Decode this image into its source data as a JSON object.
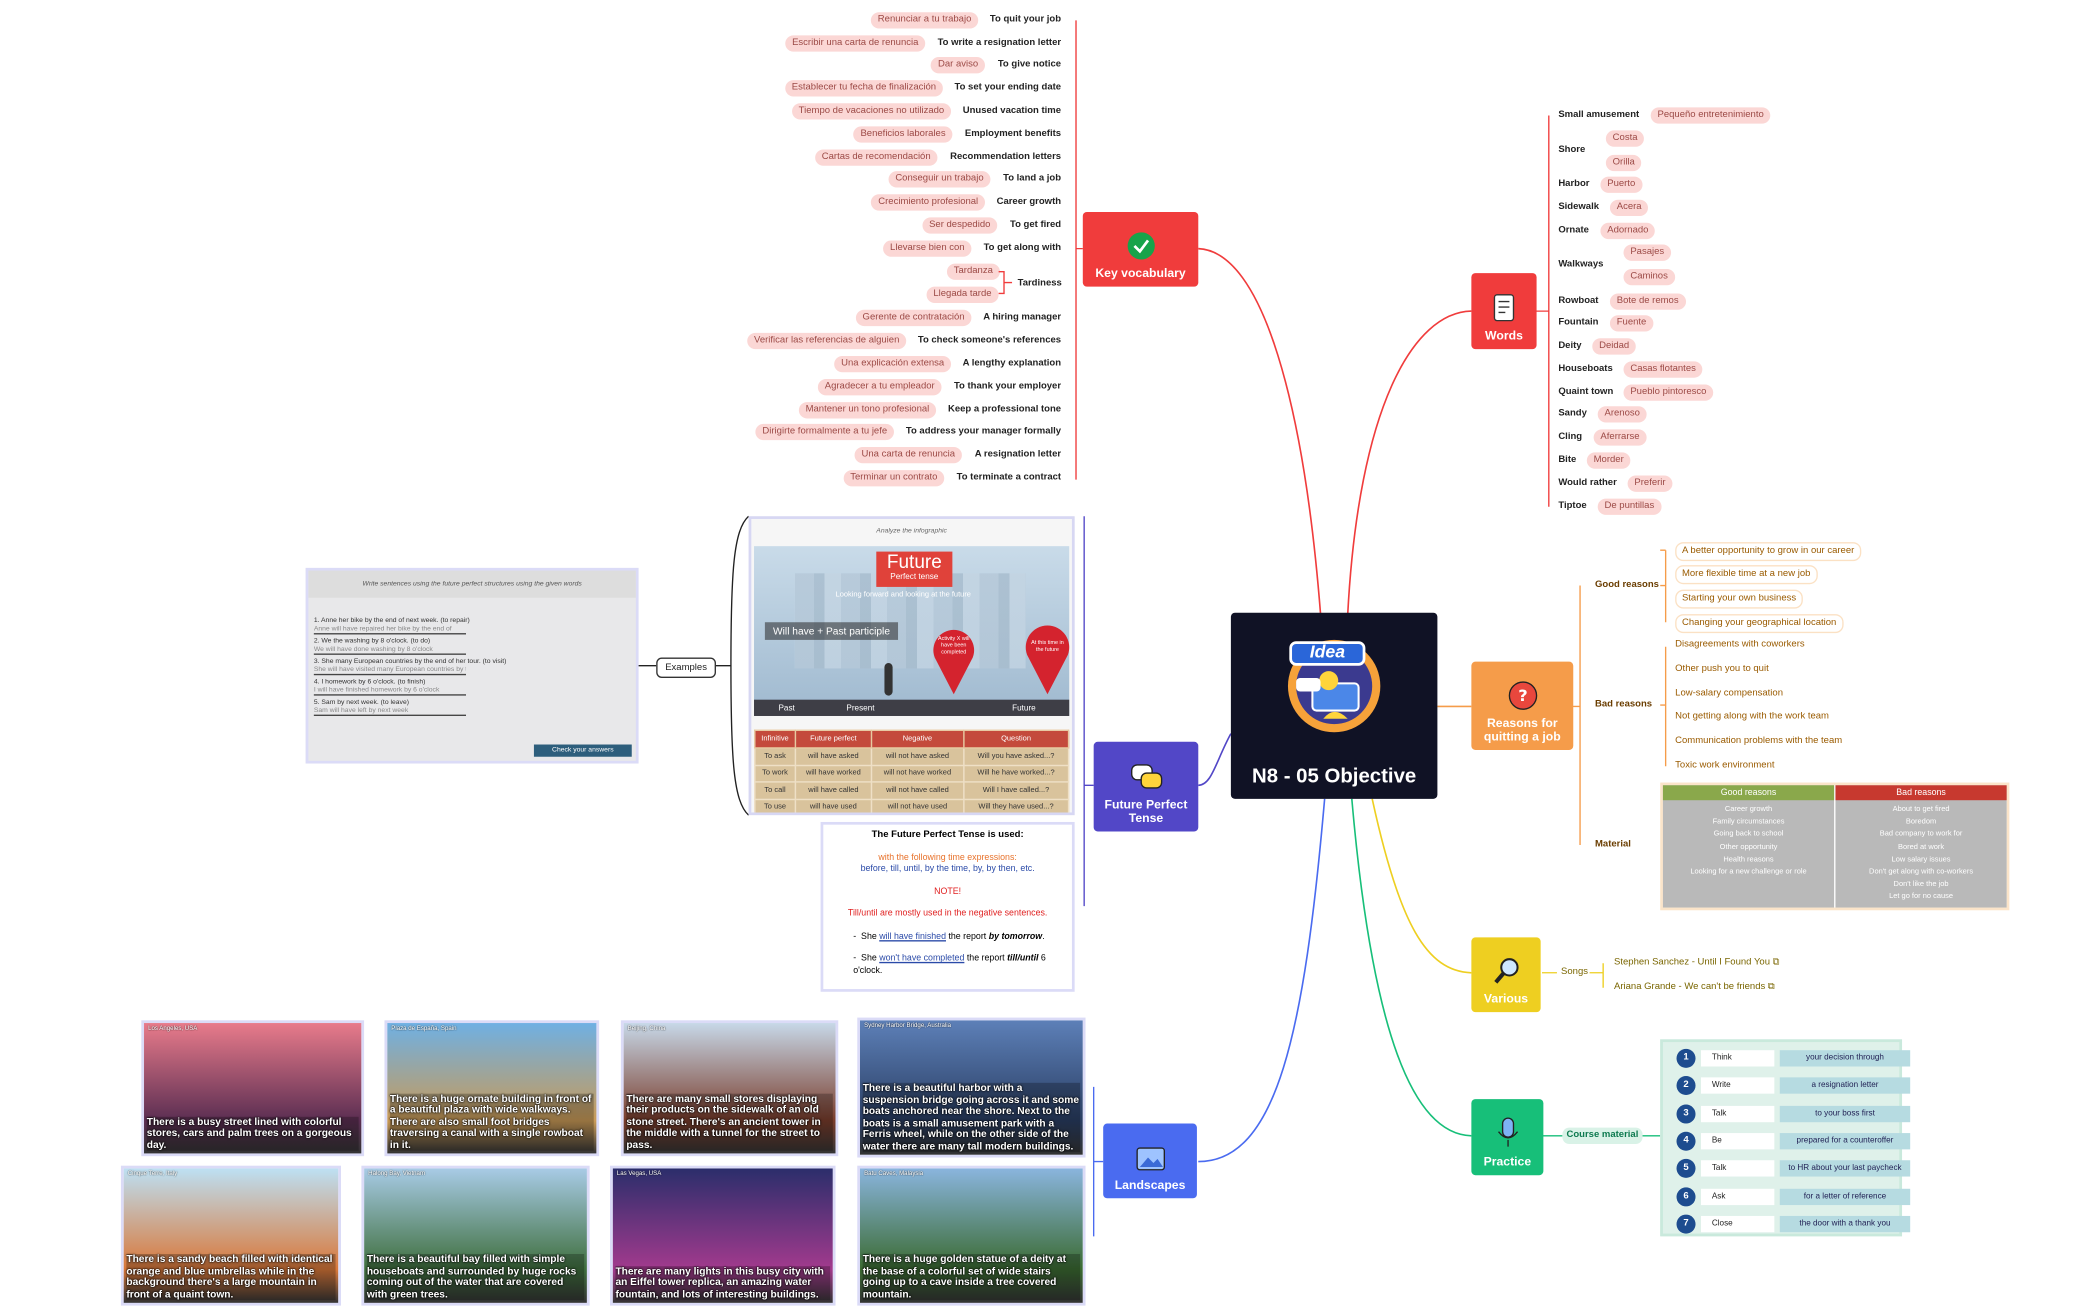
{
  "center": {
    "title": "N8 - 05 Objective",
    "logo_text": "Idea"
  },
  "topics": {
    "key_vocabulary": "Key vocabulary",
    "words": "Words",
    "future": "Future Perfect Tense",
    "reasons": "Reasons for quitting a job",
    "various": "Various",
    "landscapes": "Landscapes",
    "practice": "Practice",
    "examples": "Examples"
  },
  "vocab": [
    {
      "es": "Renunciar a tu trabajo",
      "en": "To quit your job"
    },
    {
      "es": "Escribir una carta de renuncia",
      "en": "To write a resignation letter"
    },
    {
      "es": "Dar aviso",
      "en": "To give notice"
    },
    {
      "es": "Establecer tu fecha de finalización",
      "en": "To set your ending date"
    },
    {
      "es": "Tiempo de vacaciones no utilizado",
      "en": "Unused vacation time"
    },
    {
      "es": "Beneficios laborales",
      "en": "Employment benefits"
    },
    {
      "es": "Cartas de recomendación",
      "en": "Recommendation letters"
    },
    {
      "es": "Conseguir un trabajo",
      "en": "To land a job"
    },
    {
      "es": "Crecimiento profesional",
      "en": "Career growth"
    },
    {
      "es": "Ser despedido",
      "en": "To get fired"
    },
    {
      "es": "Llevarse bien con",
      "en": "To get along with"
    },
    {
      "es": "Gerente de contratación",
      "en": "A hiring manager"
    },
    {
      "es": "Verificar las referencias de alguien",
      "en": "To check someone's references"
    },
    {
      "es": "Una explicación extensa",
      "en": "A lengthy explanation"
    },
    {
      "es": "Agradecer a tu empleador",
      "en": "To thank your employer"
    },
    {
      "es": "Mantener un tono profesional",
      "en": "Keep a professional tone"
    },
    {
      "es": "Dirigirte formalmente a tu jefe",
      "en": "To address your manager formally"
    },
    {
      "es": "Una carta de renuncia",
      "en": "A resignation letter"
    },
    {
      "es": "Terminar un contrato",
      "en": "To terminate a contract"
    }
  ],
  "tardiness": {
    "en": "Tardiness",
    "es1": "Tardanza",
    "es2": "Llegada tarde"
  },
  "words": [
    {
      "en": "Small amusement",
      "es": [
        "Pequeño entretenimiento"
      ]
    },
    {
      "en": "Shore",
      "es": [
        "Costa",
        "Orilla"
      ]
    },
    {
      "en": "Harbor",
      "es": [
        "Puerto"
      ]
    },
    {
      "en": "Sidewalk",
      "es": [
        "Acera"
      ]
    },
    {
      "en": "Ornate",
      "es": [
        "Adornado"
      ]
    },
    {
      "en": "Walkways",
      "es": [
        "Pasajes",
        "Caminos"
      ]
    },
    {
      "en": "Rowboat",
      "es": [
        "Bote de remos"
      ]
    },
    {
      "en": "Fountain",
      "es": [
        "Fuente"
      ]
    },
    {
      "en": "Deity",
      "es": [
        "Deidad"
      ]
    },
    {
      "en": "Houseboats",
      "es": [
        "Casas flotantes"
      ]
    },
    {
      "en": "Quaint town",
      "es": [
        "Pueblo pintoresco"
      ]
    },
    {
      "en": "Sandy",
      "es": [
        "Arenoso"
      ]
    },
    {
      "en": "Cling",
      "es": [
        "Aferrarse"
      ]
    },
    {
      "en": "Bite",
      "es": [
        "Morder"
      ]
    },
    {
      "en": "Would rather",
      "es": [
        "Preferir"
      ]
    },
    {
      "en": "Tiptoe",
      "es": [
        "De puntillas"
      ]
    }
  ],
  "reasons": {
    "good_label": "Good reasons",
    "good": [
      "A better opportunity to grow in our career",
      "More flexible time at a new job",
      "Starting your own business",
      "Changing your geographical location"
    ],
    "bad_label": "Bad reasons",
    "bad": [
      "Disagreements with coworkers",
      "Other push you to quit",
      "Low-salary compensation",
      "Not getting along with the work team",
      "Communication problems with the team",
      "Toxic work environment"
    ],
    "material_label": "Material",
    "material_table": {
      "head_good": "Good reasons",
      "head_bad": "Bad reasons",
      "good_rows": [
        "Career growth",
        "Family circumstances",
        "Going back to school",
        "Other opportunity",
        "Health reasons",
        "Looking for a new challenge or role"
      ],
      "bad_rows": [
        "About to get fired",
        "Boredom",
        "Bad company to work for",
        "Bored at work",
        "Low salary issues",
        "Don't get along with co-workers",
        "Don't like the job",
        "Let go for no cause"
      ]
    }
  },
  "various": {
    "songs_label": "Songs",
    "songs": [
      "Stephen Sanchez - Until I Found You",
      "Ariana Grande - We can't be friends"
    ]
  },
  "practice": {
    "label": "Course material",
    "rows": [
      {
        "n": "1",
        "verb": "Think",
        "phrase": "your decision through"
      },
      {
        "n": "2",
        "verb": "Write",
        "phrase": "a resignation letter"
      },
      {
        "n": "3",
        "verb": "Talk",
        "phrase": "to your boss first"
      },
      {
        "n": "4",
        "verb": "Be",
        "phrase": "prepared for a counteroffer"
      },
      {
        "n": "5",
        "verb": "Talk",
        "phrase": "to HR about your last paycheck"
      },
      {
        "n": "6",
        "verb": "Ask",
        "phrase": "for a letter of reference"
      },
      {
        "n": "7",
        "verb": "Close",
        "phrase": "the door with a thank you"
      }
    ]
  },
  "future": {
    "infographic_title": "Analyze the infographic",
    "future_word": "Future",
    "perfect_tense": "Perfect tense",
    "subtitle": "Looking forward and looking at the future",
    "formula": "Will have + Past participle",
    "pin_left": "Activity X will have been completed",
    "pin_right": "At this time in the future",
    "timeline": [
      "Past",
      "Present",
      "Future"
    ],
    "table_head": [
      "Infinitive",
      "Future perfect",
      "Negative",
      "Question"
    ],
    "table_rows": [
      [
        "To ask",
        "will have asked",
        "will not have asked",
        "Will you have asked...?"
      ],
      [
        "To work",
        "will have worked",
        "will not have worked",
        "Will he have worked...?"
      ],
      [
        "To call",
        "will have called",
        "will not have called",
        "Will I have called...?"
      ],
      [
        "To use",
        "will have used",
        "will not have used",
        "Will they have used...?"
      ]
    ],
    "note": {
      "heading": "The Future Perfect Tense is used:",
      "line1": "with the following time expressions:",
      "line2": "before, till, until, by the time, by, by then, etc.",
      "note_label": "NOTE!",
      "line3": "Till/until are mostly used in the negative sentences.",
      "ex1_a": "She ",
      "ex1_b": "will have finished",
      "ex1_c": " the report ",
      "ex1_d": "by tomorrow",
      "ex2_a": "She ",
      "ex2_b": "won't have completed",
      "ex2_c": " the report ",
      "ex2_d": "till/until",
      "ex2_e": " 6 o'clock."
    }
  },
  "worksheet": {
    "instruction": "Write sentences using the future perfect structures using the given words",
    "items": [
      {
        "q": "1. Anne her bike by the end of next week. (to repair)",
        "a": "Anne will have repaired her bike by the end of"
      },
      {
        "q": "2. We the washing by 8 o'clock. (to do)",
        "a": "We will have done washing by 8 o'clock"
      },
      {
        "q": "3. She many European countries by the end of her tour. (to visit)",
        "a": "She will have visited many European countries by t"
      },
      {
        "q": "4. I homework by 6 o'clock. (to finish)",
        "a": "I will have finished homework by 6 o'clock"
      },
      {
        "q": "5. Sam by next week. (to leave)",
        "a": "Sam will have left by next week"
      }
    ],
    "button": "Check your answers"
  },
  "landscapes": [
    {
      "loc": "Los Angeles, USA",
      "cap": "There is a busy street lined with colorful stores, cars and palm trees on a gorgeous day."
    },
    {
      "loc": "Plaza de España, Spain",
      "cap": "There is a huge ornate building in front of a beautiful plaza with wide walkways. There are also small foot bridges traversing a canal with a single rowboat in it."
    },
    {
      "loc": "Beijing, China",
      "cap": "There are many small stores displaying their products on the sidewalk of an old stone street. There's an ancient tower in the middle with a tunnel for the street to pass."
    },
    {
      "loc": "Sydney Harbor Bridge, Australia",
      "cap": "There is a beautiful harbor with a suspension bridge going across it and some boats anchored near the shore. Next to the boats is a small amusement park with a Ferris wheel, while on the other side of the water there are many tall modern buildings."
    },
    {
      "loc": "Cinque Terre, Italy",
      "cap": "There is a sandy beach filled with identical orange and blue umbrellas while in the background there's a large mountain in front of a quaint town."
    },
    {
      "loc": "Halong Bay, Vietnam",
      "cap": "There is a beautiful bay filled with simple houseboats and surrounded by huge rocks coming out of the water that are covered with green trees."
    },
    {
      "loc": "Las Vegas, USA",
      "cap": "There are many lights in this busy city with an Eiffel tower replica, an amazing water fountain, and lots of interesting buildings."
    },
    {
      "loc": "Batu Caves, Malaysia",
      "cap": "There is a huge golden statue of a deity at the base of a colorful set of wide stairs going up to a cave inside a tree covered mountain."
    }
  ],
  "colors": {
    "red": "#f03c3c",
    "purple": "#5247c7",
    "blue": "#4a6bf0",
    "orange": "#f59c4a",
    "yellow": "#eecf21",
    "green": "#17bf79",
    "center": "#101225"
  }
}
